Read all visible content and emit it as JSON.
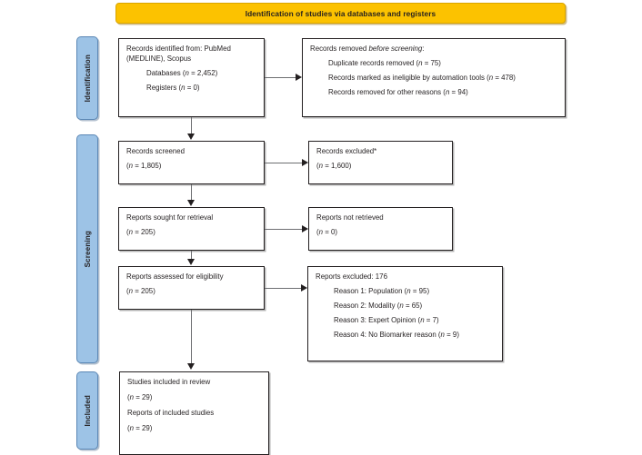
{
  "banner": {
    "label": "Identification of studies via databases and registers",
    "color": "#fcc200"
  },
  "phases": [
    {
      "name": "identification",
      "label": "Identification",
      "color": "#9dc3e6"
    },
    {
      "name": "screening",
      "label": "Screening",
      "color": "#9dc3e6"
    },
    {
      "name": "included",
      "label": "Included",
      "color": "#9dc3e6"
    }
  ],
  "boxes": {
    "identified": {
      "lines": [
        "Records identified from: PubMed",
        "(MEDLINE), Scopus"
      ],
      "sub": [
        {
          "text": "Databases (",
          "n_label": "n",
          "n_value": " = 2,452)"
        },
        {
          "text": "Registers (",
          "n_label": "n",
          "n_value": " = 0)"
        }
      ],
      "line1": "Records identified from: PubMed",
      "line2": "(MEDLINE), Scopus",
      "sub1_pre": "Databases (",
      "sub1_n": "n",
      "sub1_post": " = 2,452)",
      "sub2_pre": "Registers (",
      "sub2_n": "n",
      "sub2_post": " = 0)"
    },
    "removed": {
      "title_pre": "Records removed ",
      "title_ital": "before screening",
      "title_post": ":",
      "item1_pre": "Duplicate records removed (",
      "item1_n": "n",
      "item1_post": " = 75)",
      "item2_pre": "Records marked as ineligible by automation tools (",
      "item2_n": "n",
      "item2_post": " = 478)",
      "item3_pre": "Records removed for other reasons (",
      "item3_n": "n",
      "item3_post": " = 94)"
    },
    "screened": {
      "title": "Records screened",
      "count_pre": "(",
      "count_n": "n",
      "count_post": " = 1,805)"
    },
    "excluded": {
      "title": "Records excluded*",
      "count_pre": "(",
      "count_n": "n",
      "count_post": " = 1,600)"
    },
    "sought": {
      "title": "Reports sought for retrieval",
      "count_pre": "(",
      "count_n": "n",
      "count_post": " = 205)"
    },
    "not_retrieved": {
      "title": "Reports not retrieved",
      "count_pre": "(",
      "count_n": "n",
      "count_post": " = 0)"
    },
    "assessed": {
      "title": "Reports assessed for eligibility",
      "count_pre": "(",
      "count_n": "n",
      "count_post": " = 205)"
    },
    "reports_excluded": {
      "title": "Reports excluded: 176",
      "reason1_pre": "Reason 1: Population (",
      "reason1_n": "n",
      "reason1_post": " = 95)",
      "reason2_pre": "Reason 2: Modality (",
      "reason2_n": "n",
      "reason2_post": " = 65)",
      "reason3_pre": "Reason 3: Expert Opinion (",
      "reason3_n": "n",
      "reason3_post": " = 7)",
      "reason4_pre": "Reason 4: No Biomarker reason (",
      "reason4_n": "n",
      "reason4_post": " = 9)"
    },
    "included": {
      "title1": "Studies included in review",
      "count1_pre": "(",
      "count1_n": "n",
      "count1_post": " = 29)",
      "title2": "Reports of included studies",
      "count2_pre": "(",
      "count2_n": "n",
      "count2_post": " = 29)"
    }
  }
}
